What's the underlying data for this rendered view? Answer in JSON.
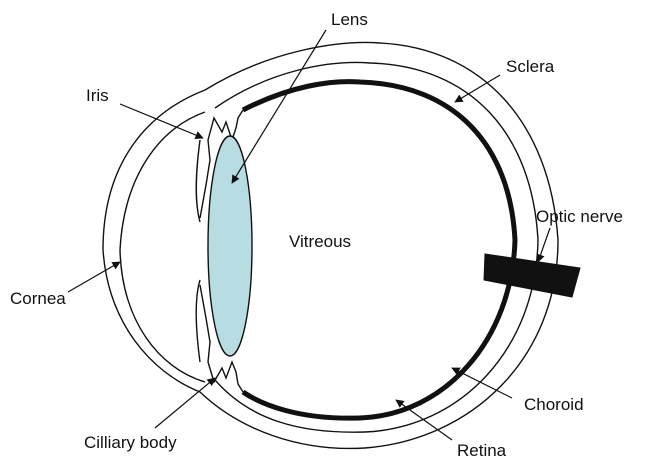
{
  "labels": {
    "lens": "Lens",
    "iris": "Iris",
    "sclera": "Sclera",
    "vitreous": "Vitreous",
    "optic_nerve": "Optic nerve",
    "cornea": "Cornea",
    "choroid": "Choroid",
    "cilliary_body": "Cilliary body",
    "retina": "Retina"
  },
  "colors": {
    "lens_fill": "#b7dde2",
    "stroke": "#111111",
    "background": "#ffffff"
  }
}
